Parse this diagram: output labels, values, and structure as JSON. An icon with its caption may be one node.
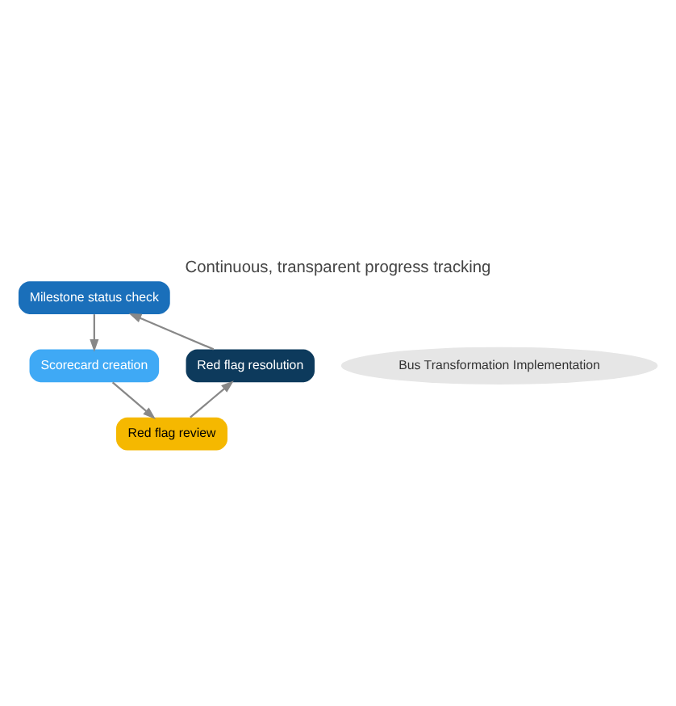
{
  "diagram": {
    "title": "Continuous, transparent progress tracking",
    "nodes": [
      {
        "text": [
          "Bus Transformation Implementation"
        ]
      },
      {
        "text": [
          "Milestone status check"
        ]
      },
      {
        "text": [
          "Scorecard creation"
        ]
      },
      {
        "text": [
          "Red flag review"
        ]
      },
      {
        "text": [
          "Red flag resolution"
        ]
      }
    ],
    "edges": [
      {
        "from": 1,
        "to": 2,
        "arrow": "to"
      },
      {
        "from": 2,
        "to": 3,
        "arrow": "to"
      },
      {
        "from": 3,
        "to": 4,
        "arrow": "to"
      },
      {
        "from": 4,
        "to": 1,
        "arrow": "to"
      }
    ]
  }
}
